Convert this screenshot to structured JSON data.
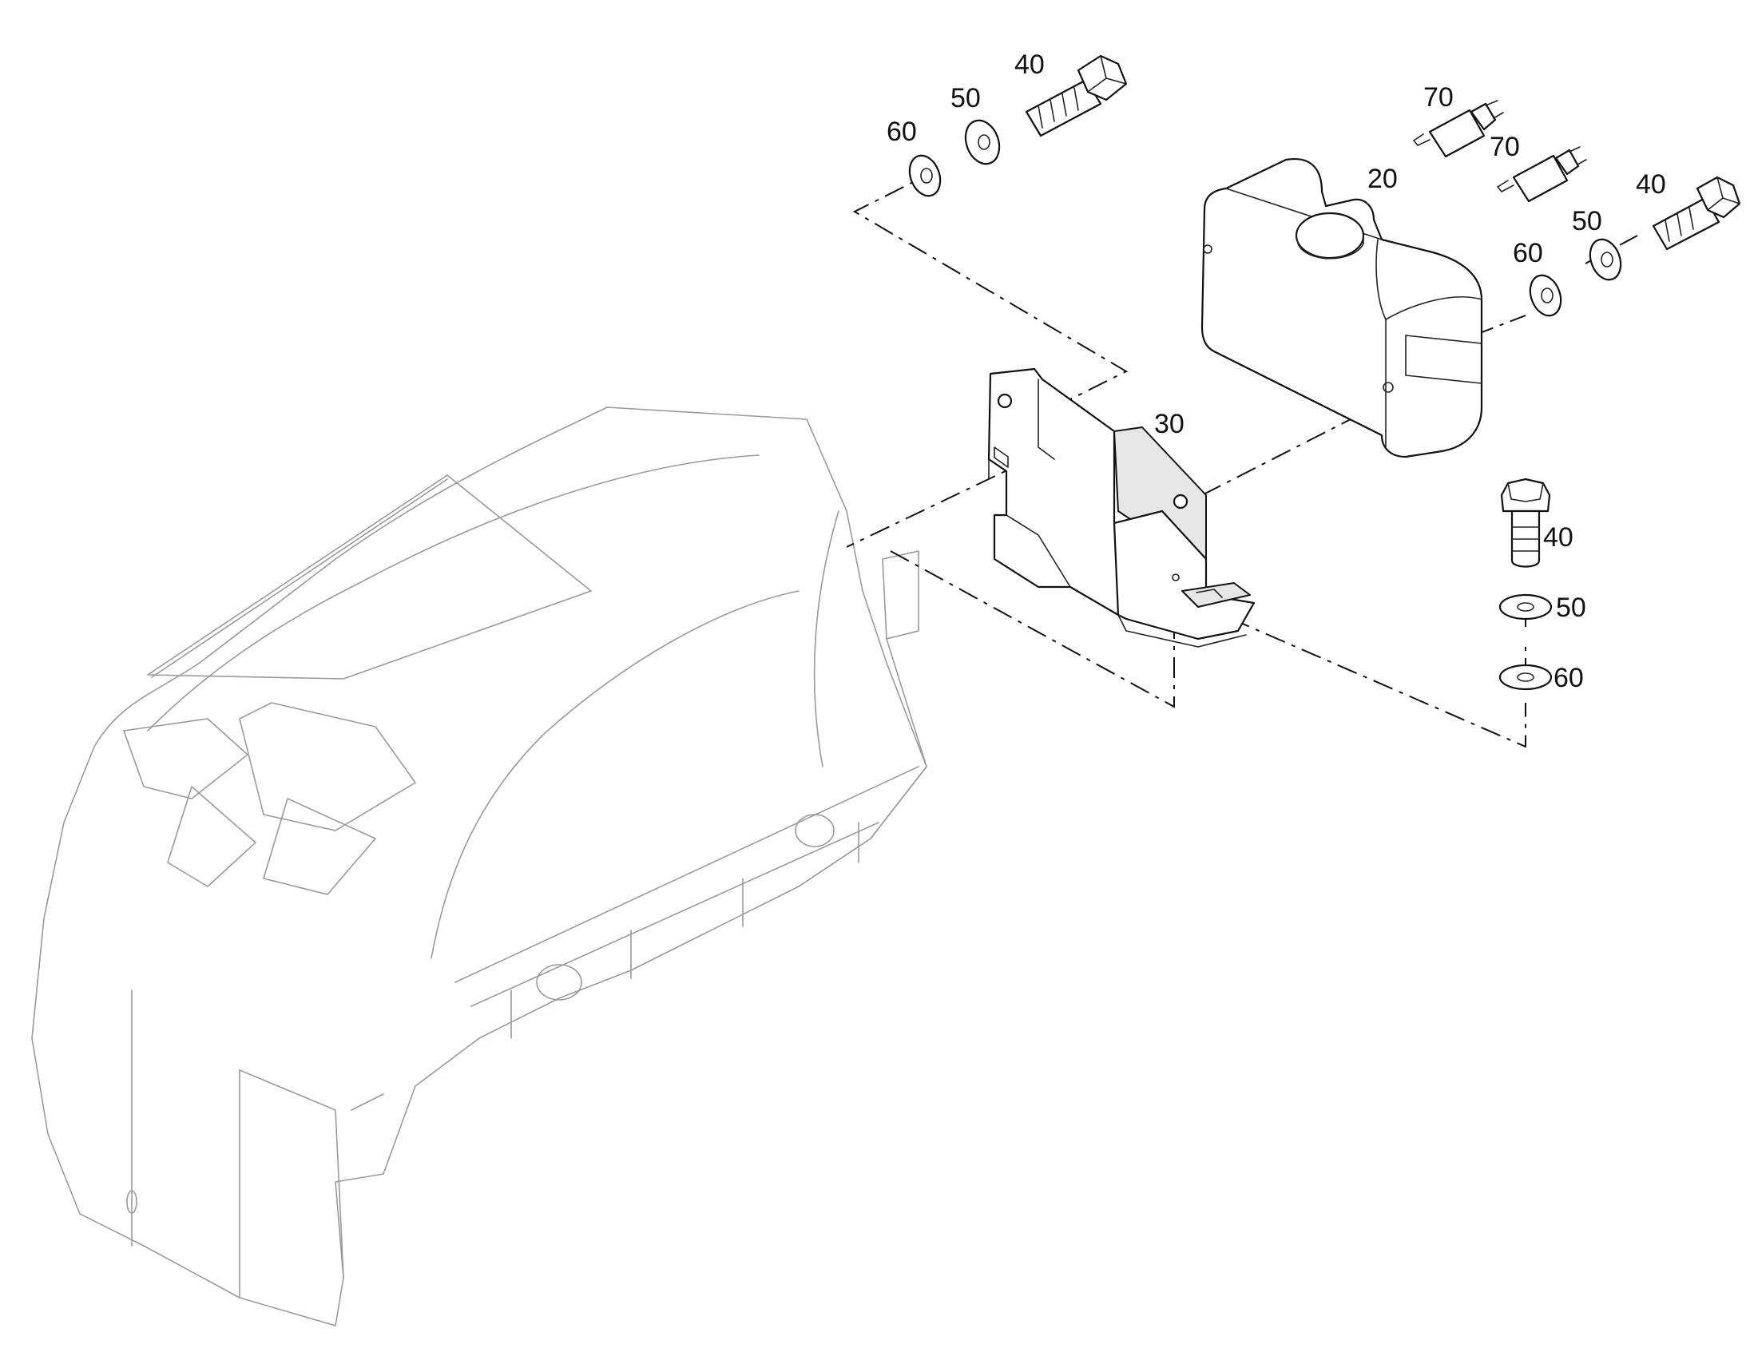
{
  "callouts": {
    "tank": "20",
    "bracket": "30",
    "bolt_upper_left": "40",
    "washer_upper_left": "50",
    "lockwasher_upper_left": "60",
    "fitting_a": "70",
    "fitting_b": "70",
    "bolt_right": "40",
    "washer_right": "50",
    "lockwasher_right": "60",
    "bolt_lower": "40",
    "washer_lower": "50",
    "lockwasher_lower": "60"
  },
  "colors": {
    "line": "#111111",
    "housing_line": "#9a9a9a",
    "background": "#ffffff"
  }
}
